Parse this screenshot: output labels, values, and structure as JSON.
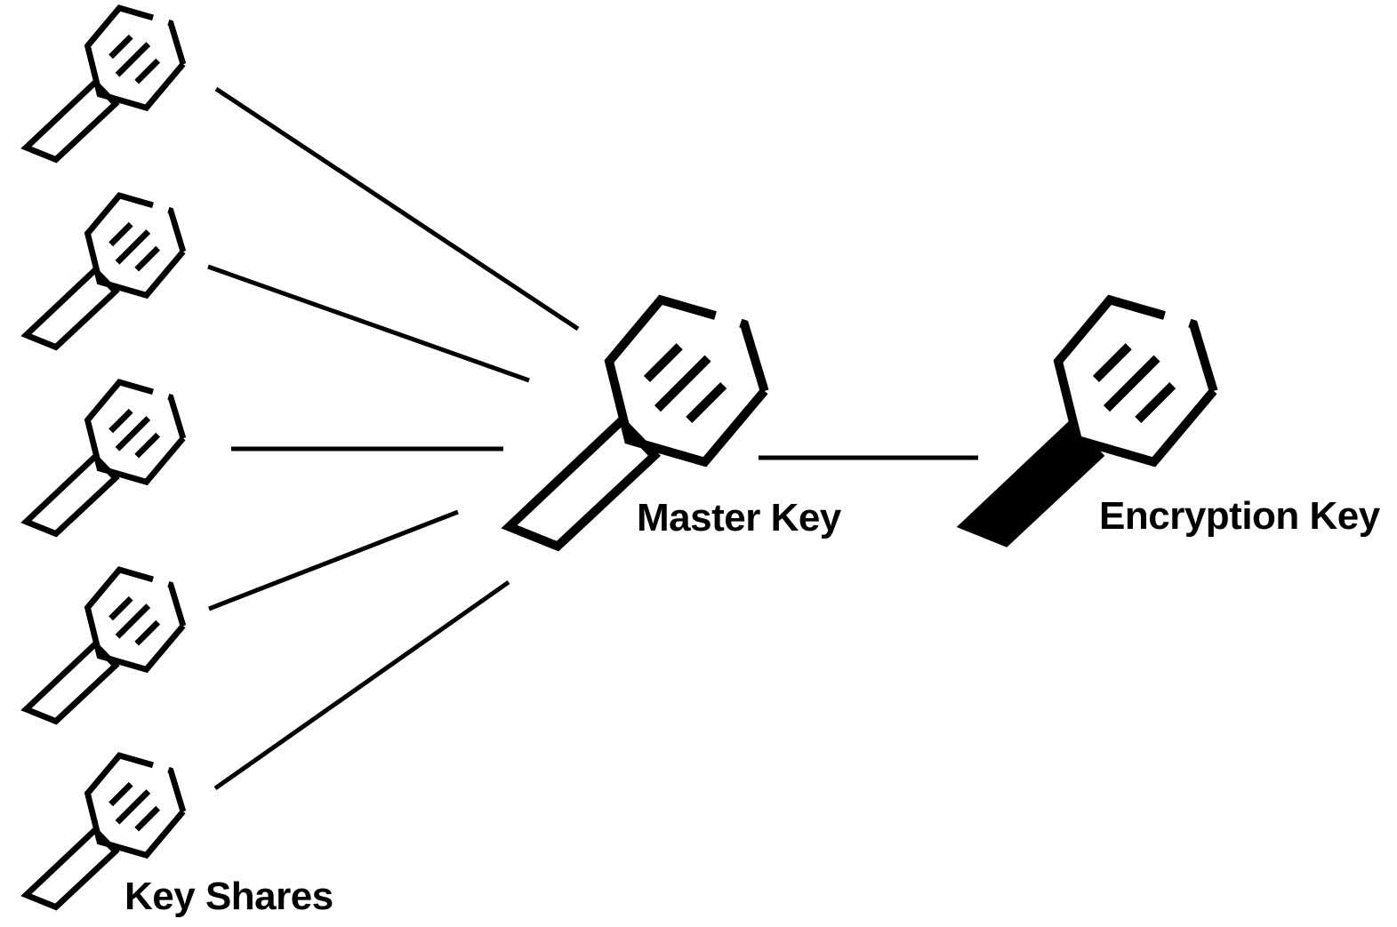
{
  "page": {
    "background": "#ffffff",
    "ink": "#000000"
  },
  "diagram": {
    "type": "key-derivation-flow",
    "labels": {
      "key_shares": "Key Shares",
      "master_key": "Master Key",
      "encryption_key": "Encryption Key"
    },
    "key_share_count": 5,
    "nodes": [
      {
        "id": "key-share-1",
        "kind": "key-icon",
        "style": "outline"
      },
      {
        "id": "key-share-2",
        "kind": "key-icon",
        "style": "outline"
      },
      {
        "id": "key-share-3",
        "kind": "key-icon",
        "style": "outline"
      },
      {
        "id": "key-share-4",
        "kind": "key-icon",
        "style": "outline"
      },
      {
        "id": "key-share-5",
        "kind": "key-icon",
        "style": "outline"
      },
      {
        "id": "master-key",
        "kind": "key-icon",
        "style": "outline-large"
      },
      {
        "id": "encryption-key",
        "kind": "key-icon",
        "style": "filled-shaft-large"
      }
    ],
    "edges": [
      {
        "from": "key-share-1",
        "to": "master-key"
      },
      {
        "from": "key-share-2",
        "to": "master-key"
      },
      {
        "from": "key-share-3",
        "to": "master-key"
      },
      {
        "from": "key-share-4",
        "to": "master-key"
      },
      {
        "from": "key-share-5",
        "to": "master-key"
      },
      {
        "from": "master-key",
        "to": "encryption-key"
      }
    ]
  }
}
